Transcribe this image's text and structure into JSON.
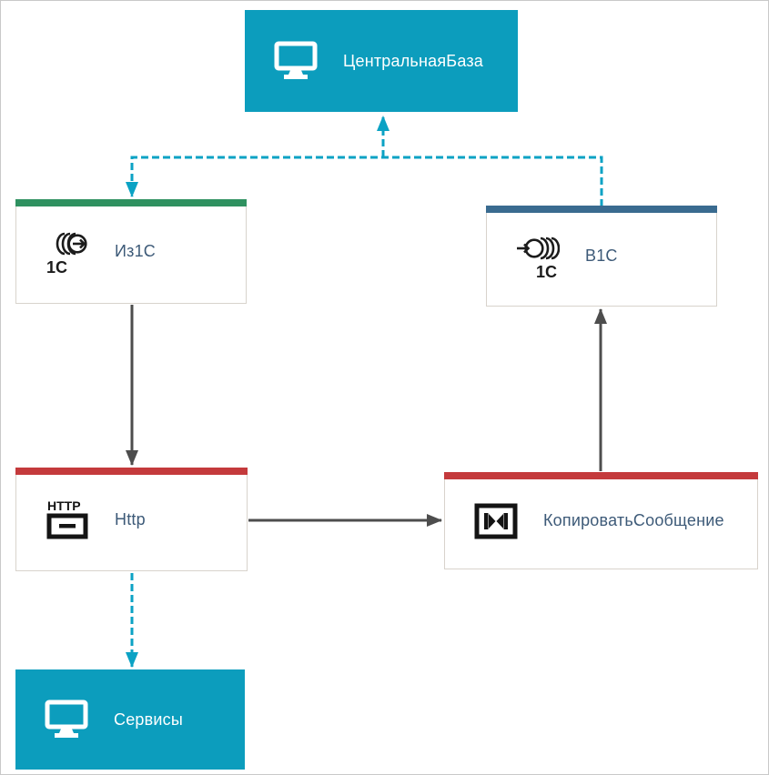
{
  "diagram": {
    "type": "1c-integration-scheme",
    "background": "#ffffff",
    "canvas_border": "#c9c9c9"
  },
  "colors": {
    "teal_node": "#0c9dbd",
    "teal_edge": "#0ba2c4",
    "green_topbar": "#2f9160",
    "blue_topbar": "#3a6b90",
    "red_topbar": "#c43a3c",
    "gray_edge": "#4d4d4d",
    "node_border": "#d8d3cc",
    "node_text": "#3d5a78"
  },
  "nodes": [
    {
      "id": "central-base",
      "label": "ЦентральнаяБаза",
      "icon": "monitor-icon",
      "style": "filled-teal"
    },
    {
      "id": "iz1c",
      "label": "Из1С",
      "icon": "data-out-1c-icon",
      "style": "white-green-top"
    },
    {
      "id": "v1c",
      "label": "В1С",
      "icon": "data-in-1c-icon",
      "style": "white-blue-top"
    },
    {
      "id": "http",
      "label": "Http",
      "icon": "http-icon",
      "style": "white-red-top"
    },
    {
      "id": "copy-message",
      "label": "КопироватьСообщение",
      "icon": "transform-icon",
      "style": "white-red-top"
    },
    {
      "id": "services",
      "label": "Сервисы",
      "icon": "monitor-icon",
      "style": "filled-teal"
    }
  ],
  "edges": [
    {
      "id": "dashed-trunk",
      "line": "dashed",
      "color": "#0ba2c4",
      "connects": [
        "v1c",
        "central-base",
        "iz1c"
      ],
      "arrowheads": [
        "central-base",
        "iz1c"
      ]
    },
    {
      "id": "iz1c-to-http",
      "line": "solid",
      "color": "#4d4d4d",
      "from": "iz1c",
      "to": "http"
    },
    {
      "id": "http-to-copy-message",
      "line": "solid",
      "color": "#4d4d4d",
      "from": "http",
      "to": "copy-message"
    },
    {
      "id": "copy-message-to-v1c",
      "line": "solid",
      "color": "#4d4d4d",
      "from": "copy-message",
      "to": "v1c"
    },
    {
      "id": "http-to-services",
      "line": "dashed",
      "color": "#0ba2c4",
      "from": "http",
      "to": "services"
    }
  ]
}
